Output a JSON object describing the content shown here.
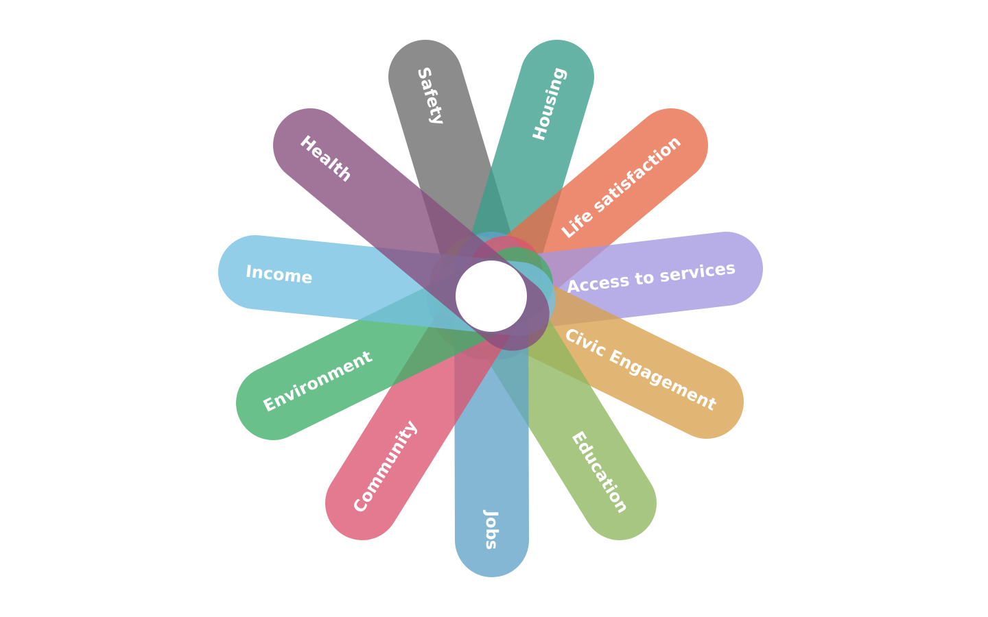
{
  "petals": [
    {
      "label": "Safety",
      "color": "#6b6b6b"
    },
    {
      "label": "Housing",
      "color": "#3a9e8c"
    },
    {
      "label": "Life satisfaction",
      "color": "#e86a48"
    },
    {
      "label": "Access to services",
      "color": "#a497e0"
    },
    {
      "label": "Civic Engagement",
      "color": "#d9a04b"
    },
    {
      "label": "Education",
      "color": "#8db65e"
    },
    {
      "label": "Jobs",
      "color": "#62a3c8"
    },
    {
      "label": "Community",
      "color": "#db5470"
    },
    {
      "label": "Environment",
      "color": "#3fae6a"
    },
    {
      "label": "Income",
      "color": "#74c0e3"
    },
    {
      "label": "Health",
      "color": "#864d7e"
    }
  ]
}
